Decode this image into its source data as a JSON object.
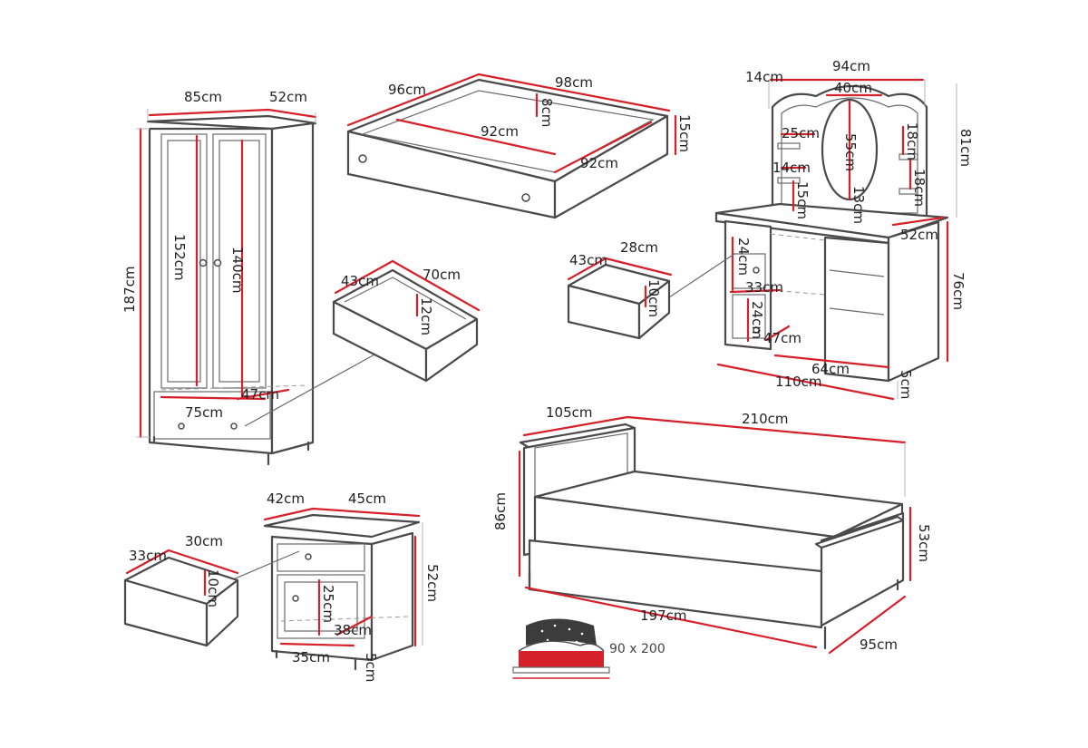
{
  "wardrobe": {
    "width": "85cm",
    "depth": "52cm",
    "height": "187cm",
    "door_height": "152cm",
    "inner_height": "140cm",
    "drawer_depth": "47cm",
    "drawer_width": "75cm"
  },
  "wardrobe_drawer": {
    "depth": "43cm",
    "width": "70cm",
    "height": "12cm"
  },
  "bed_drawer": {
    "depth": "96cm",
    "width": "98cm",
    "inner_width": "92cm",
    "inner_depth": "92cm",
    "inner_height": "8cm",
    "height": "15cm"
  },
  "dressing_table": {
    "shelf_depth": "14cm",
    "top_width": "94cm",
    "mirror_width": "40cm",
    "mirror_height": "55cm",
    "side_shelf": "25cm",
    "shelf_gap_top": "18cm",
    "shelf_gap_bottom": "18cm",
    "shelf_small": "14cm",
    "shelf_height": "15cm",
    "lower_gap": "13cm",
    "total_height": "81cm",
    "desk_depth": "52cm",
    "desk_height": "76cm",
    "drawer_h1": "24cm",
    "drawer_w": "33cm",
    "drawer_h2": "24cm",
    "drawer_d": "47cm",
    "knee_width": "64cm",
    "width": "110cm",
    "foot": "5cm"
  },
  "desk_drawer": {
    "depth": "43cm",
    "width": "28cm",
    "height": "10cm"
  },
  "nightstand": {
    "depth": "42cm",
    "width": "45cm",
    "height": "52cm",
    "drawer_h": "25cm",
    "inner_depth": "38cm",
    "inner_width": "35cm",
    "foot": "5cm"
  },
  "nightstand_drawer": {
    "depth": "33cm",
    "width": "30cm",
    "height": "10cm"
  },
  "bed": {
    "headboard_width": "105cm",
    "length": "210cm",
    "headboard_height": "86cm",
    "footboard_height": "53cm",
    "inner_length": "197cm",
    "width": "95cm"
  },
  "mattress": {
    "size": "90 x 200"
  },
  "colors": {
    "dimension": "#d6202a",
    "outline": "#4a4a4a",
    "mattress": "#d6202a"
  }
}
